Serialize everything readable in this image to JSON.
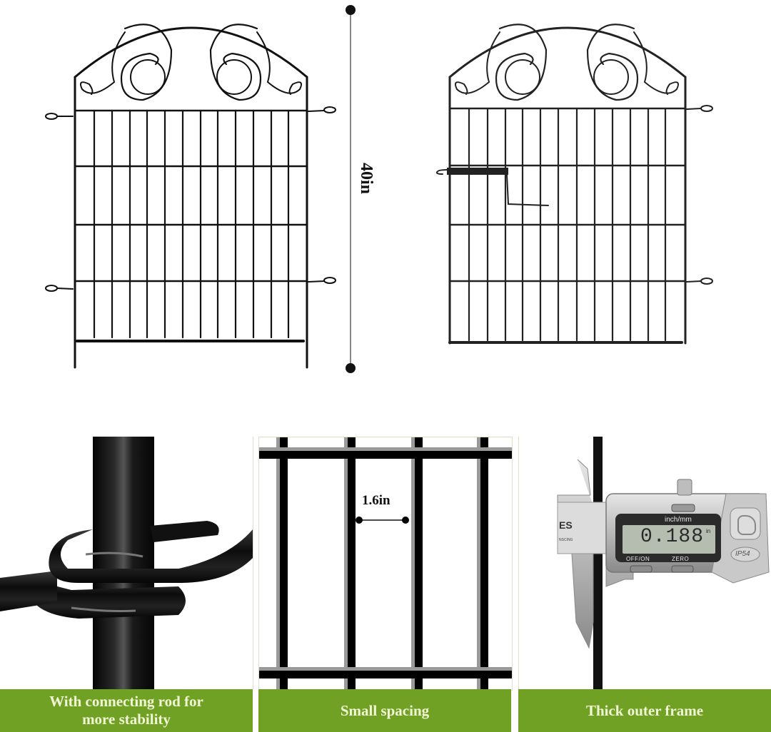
{
  "diagram": {
    "height_label": "40in",
    "left_panel_name": "fence panel",
    "right_panel_name": "fence gate panel with latch"
  },
  "features": [
    {
      "caption": "With connecting rod for more stability",
      "caption_line1": "With connecting rod for",
      "caption_line2": "more stability",
      "image": "close-up of looped connecting rod joint"
    },
    {
      "caption": "Small spacing",
      "spacing_label": "1.6in",
      "image": "close-up of vertical bars with spacing measurement"
    },
    {
      "caption": "Thick outer frame",
      "image": "digital caliper measuring frame rod",
      "caliper": {
        "unit_label": "inch/mm",
        "reading": "0.188",
        "reading_suffix": "in",
        "off_on_label": "OFF/ON",
        "zero_label": "ZERO",
        "rating_label": "IP54",
        "brand": "ES",
        "brand_sub": "NSCING"
      }
    }
  ],
  "colors": {
    "caption_bg": "#70a024",
    "caption_text": "#f1f7d4",
    "metal": "#111111"
  }
}
